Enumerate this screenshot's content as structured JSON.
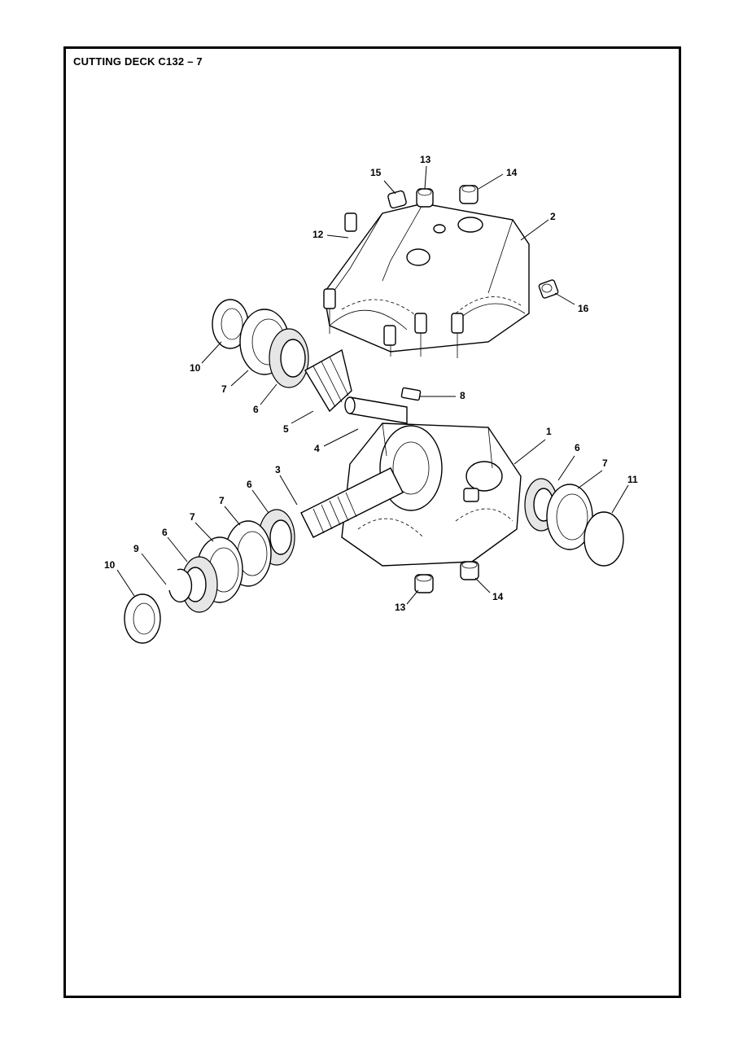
{
  "title": "CUTTING DECK C132 – 7",
  "callouts": [
    {
      "id": "c15",
      "label": "15"
    },
    {
      "id": "c13a",
      "label": "13"
    },
    {
      "id": "c14a",
      "label": "14"
    },
    {
      "id": "c2",
      "label": "2"
    },
    {
      "id": "c12",
      "label": "12"
    },
    {
      "id": "c16",
      "label": "16"
    },
    {
      "id": "c10a",
      "label": "10"
    },
    {
      "id": "c7a",
      "label": "7"
    },
    {
      "id": "c6a",
      "label": "6"
    },
    {
      "id": "c5",
      "label": "5"
    },
    {
      "id": "c8",
      "label": "8"
    },
    {
      "id": "c4",
      "label": "4"
    },
    {
      "id": "c1",
      "label": "1"
    },
    {
      "id": "c6b",
      "label": "6"
    },
    {
      "id": "c7b",
      "label": "7"
    },
    {
      "id": "c11",
      "label": "11"
    },
    {
      "id": "c3",
      "label": "3"
    },
    {
      "id": "c6c",
      "label": "6"
    },
    {
      "id": "c7c",
      "label": "7"
    },
    {
      "id": "c7d",
      "label": "7"
    },
    {
      "id": "c9",
      "label": "9"
    },
    {
      "id": "c6d",
      "label": "6"
    },
    {
      "id": "c10b",
      "label": "10"
    },
    {
      "id": "c13b",
      "label": "13"
    },
    {
      "id": "c14b",
      "label": "14"
    }
  ]
}
